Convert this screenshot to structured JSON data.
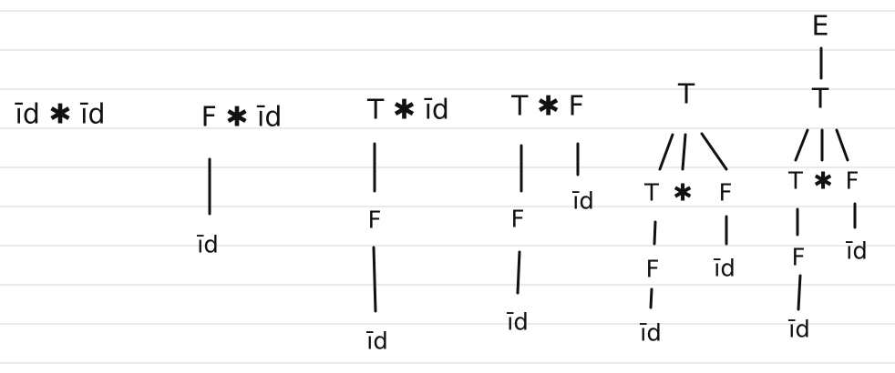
{
  "derivation_steps": [
    {
      "id": "step-1",
      "sentential_form": "īd ✱ īd",
      "tree_nodes": []
    },
    {
      "id": "step-2",
      "sentential_form": "F ✱ īd",
      "tree_nodes": [
        "īd"
      ]
    },
    {
      "id": "step-3",
      "sentential_form": "T ✱ īd",
      "tree_nodes": [
        "F",
        "īd"
      ]
    },
    {
      "id": "step-4",
      "sentential_form": "T ✱ F",
      "tree_nodes": [
        "F",
        "īd",
        "īd"
      ]
    },
    {
      "id": "step-5",
      "root": "T",
      "tree_nodes": [
        "T",
        "✱",
        "F",
        "F",
        "īd",
        "īd"
      ]
    },
    {
      "id": "step-6",
      "root": "E",
      "tree_nodes": [
        "T",
        "T",
        "✱",
        "F",
        "F",
        "īd",
        "īd"
      ]
    }
  ]
}
